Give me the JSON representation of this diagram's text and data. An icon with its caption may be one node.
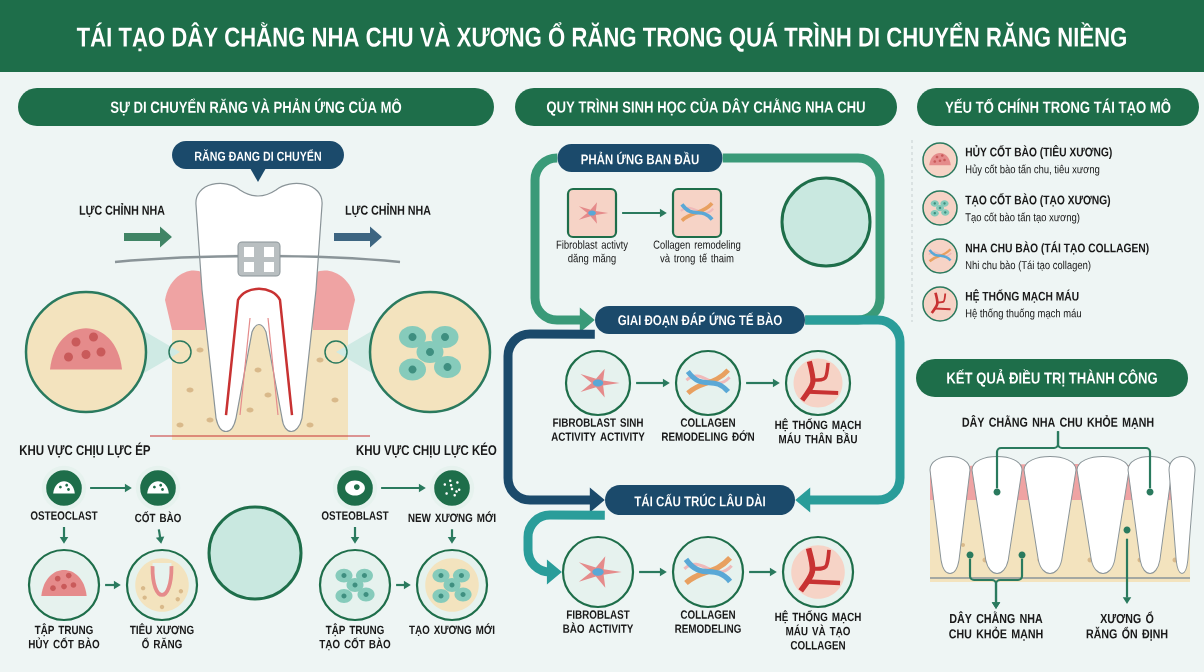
{
  "diagram": {
    "title": "TÁI TẠO DÂY CHẰNG NHA CHU VÀ XƯƠNG Ổ RĂNG TRONG QUÁ TRÌNH DI CHUYỂN RĂNG NIỀNG",
    "nodes": [
      {
        "text": [
          "SỰ DI CHUYỂN RĂNG VÀ PHẢN ỨNG CỦA MÔ"
        ]
      },
      {
        "text": [
          "RĂNG ĐANG DI CHUYỂN"
        ]
      },
      {
        "text": [
          "OSTEOCLAST"
        ]
      },
      {
        "text": [
          "CỐT BÀO"
        ]
      },
      {
        "text": [
          "TẬP TRUNG HỦY CỐT BÀO"
        ]
      },
      {
        "text": [
          "TIÊU XƯƠNG Ổ RĂNG"
        ]
      },
      {
        "text": [
          "OSTEOBLAST"
        ]
      },
      {
        "text": [
          "NEW XƯƠNG MỚI"
        ]
      },
      {
        "text": [
          "TẬP TRUNG TẠO CỐT BÀO"
        ]
      },
      {
        "text": [
          "TẠO XƯƠNG MỚI"
        ]
      },
      {
        "text": [
          "QUY TRÌNH SINH HỌC CỦA DÂY CHẰNG NHA CHU"
        ]
      },
      {
        "text": [
          "PHẢN ỨNG BAN ĐẦU"
        ]
      },
      {
        "text": [
          "Fibroblast activty dăng măng"
        ]
      },
      {
        "text": [
          "Collagen remodeling và trong tế thaim"
        ]
      },
      {
        "text": [
          "GIAI ĐOẠN ĐÁP ỨNG TẾ BÀO"
        ]
      },
      {
        "text": [
          "FIBROBLAST SINH ACTIVITY ACTIVITY"
        ]
      },
      {
        "text": [
          "COLLAGEN REMODELING ĐỚN"
        ]
      },
      {
        "text": [
          "HỆ THỐNG MẠCH MÁU THÂN BẦU"
        ]
      },
      {
        "text": [
          "TÁI CẤU TRÚC LÂU DÀI"
        ]
      },
      {
        "text": [
          "FIBROBLAST BÀO ACTIVITY"
        ]
      },
      {
        "text": [
          "COLLAGEN REMODELING"
        ]
      },
      {
        "text": [
          "HỆ THỐNG MẠCH MÁU VÀ TẠO COLLAGEN"
        ]
      },
      {
        "text": [
          "YẾU TỐ CHÍNH TRONG TÁI TẠO MÔ"
        ]
      },
      {
        "text": [
          "KẾT QUẢ ĐIỀU TRỊ THÀNH CÔNG"
        ]
      },
      {
        "text": [
          "DÂY CHẰNG NHA CHU KHỎE MẠNH"
        ]
      },
      {
        "text": [
          "DÂY CHẰNG NHA CHU KHỎE MẠNH"
        ]
      },
      {
        "text": [
          "XƯƠNG Ổ RĂNG ỔN ĐỊNH"
        ]
      },
      {
        "text": [],
        "shape": "circle"
      },
      {
        "text": [],
        "shape": "circle"
      },
      {
        "text": [],
        "shape": "circle"
      },
      {
        "text": [],
        "shape": "circle"
      },
      {
        "text": [],
        "shape": "circle"
      }
    ],
    "edges": [
      {
        "from": 2,
        "to": 3,
        "arrow": "to"
      },
      {
        "from": 2,
        "to": 4,
        "arrow": "to"
      },
      {
        "from": 3,
        "to": 5,
        "arrow": "to"
      },
      {
        "from": 4,
        "to": 5,
        "arrow": "to"
      },
      {
        "from": 6,
        "to": 7,
        "arrow": "to"
      },
      {
        "from": 6,
        "to": 8,
        "arrow": "to"
      },
      {
        "from": 7,
        "to": 9,
        "arrow": "to"
      },
      {
        "from": 8,
        "to": 9,
        "arrow": "to"
      },
      {
        "from": 12,
        "to": 13,
        "arrow": "to"
      },
      {
        "from": 15,
        "to": 16,
        "arrow": "to"
      },
      {
        "from": 16,
        "to": 17,
        "arrow": "to"
      },
      {
        "from": 19,
        "to": 20,
        "arrow": "to"
      },
      {
        "from": 20,
        "to": 21,
        "arrow": "to"
      },
      {
        "from": 11,
        "to": 14,
        "arrow": "to",
        "style": "thick",
        "color": "#3a9a78"
      },
      {
        "from": 11,
        "to": 14,
        "arrow": "none",
        "style": "thick",
        "color": "#3a9a78"
      },
      {
        "from": 14,
        "to": 18,
        "arrow": "to",
        "style": "thick",
        "color": "#2a9d9a"
      },
      {
        "from": 14,
        "to": 18,
        "arrow": "to",
        "style": "thick",
        "color": "#1b4a6b"
      },
      {
        "from": 18,
        "to": 19,
        "arrow": "to",
        "style": "thick",
        "color": "#2a9d9a"
      },
      {
        "from": 24,
        "to": 27,
        "arrow": "none"
      },
      {
        "from": 24,
        "to": 28,
        "arrow": "none"
      },
      {
        "from": 29,
        "to": 25,
        "arrow": "to"
      },
      {
        "from": 30,
        "to": 25,
        "arrow": "to"
      },
      {
        "from": 31,
        "to": 26,
        "arrow": "to"
      }
    ],
    "labels": [
      "LỰC CHỈNH NHA",
      "LỰC CHỈNH NHA",
      "KHU VỰC CHỊU LỰC ÉP",
      "KHU VỰC CHỊU LỰC KÉO",
      "HỦY CỐT BÀO (TIÊU XƯƠNG)",
      "Hủy cốt bào tấn chu, tiêu xương",
      "TẠO CỐT BÀO (TẠO XƯƠNG)",
      "Tạo cốt bào tấn tạo xương)",
      "NHA CHU BÀO (TÁI TẠO COLLAGEN)",
      "Nhi chu bào (Tái tạo collagen)",
      "HỆ THỐNG MẠCH MÁU",
      "Hệ thống thuống mạch máu"
    ]
  }
}
